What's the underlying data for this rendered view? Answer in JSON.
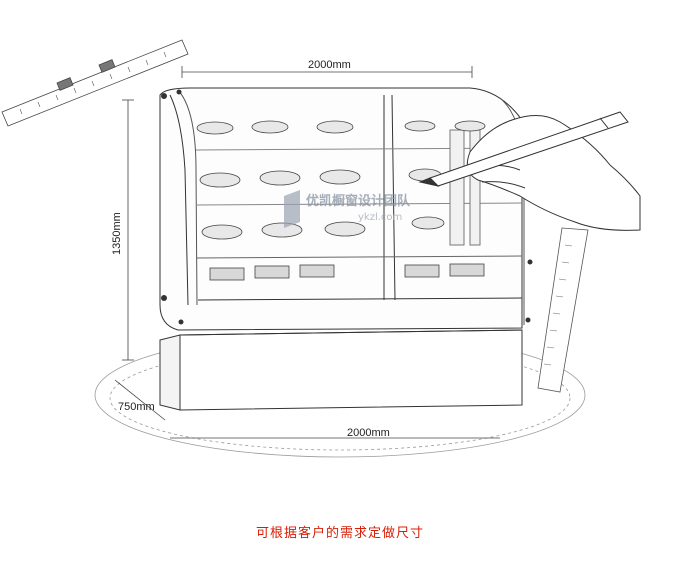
{
  "dimensions": {
    "top_width": "2000mm",
    "height": "1350mm",
    "depth": "750mm",
    "bottom_width": "2000mm"
  },
  "watermark": {
    "text": "优凯橱窗设计团队",
    "url": "ykzl.com"
  },
  "caption": "可根据客户的需求定做尺寸",
  "colors": {
    "caption": "#d81e06",
    "line": "#333333",
    "watermark": "#8a94a4"
  },
  "icons": [
    "ruler-icon",
    "pencil-icon",
    "hand-icon",
    "logo-icon"
  ]
}
